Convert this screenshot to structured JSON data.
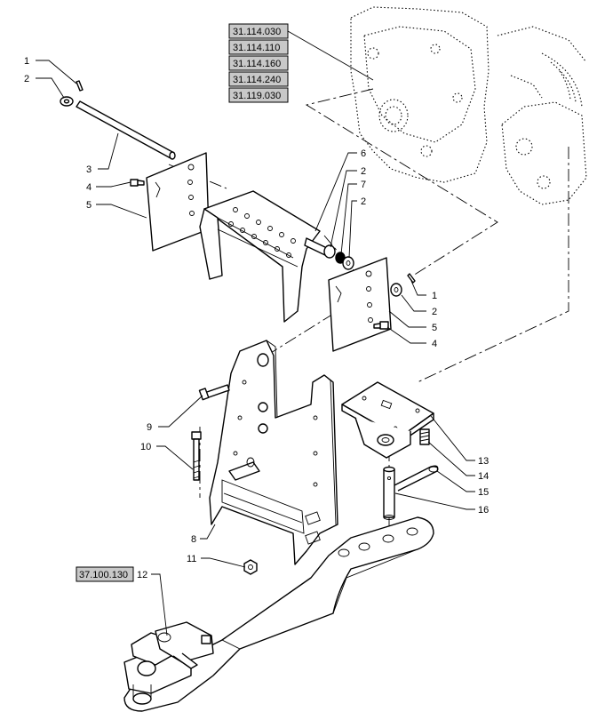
{
  "references": [
    {
      "id": "ref-31-114-030",
      "text": "31.114.030"
    },
    {
      "id": "ref-31-114-110",
      "text": "31.114.110"
    },
    {
      "id": "ref-31-114-160",
      "text": "31.114.160"
    },
    {
      "id": "ref-31-114-240",
      "text": "31.114.240"
    },
    {
      "id": "ref-31-119-030",
      "text": "31.119.030"
    },
    {
      "id": "ref-37-100-130",
      "text": "37.100.130"
    }
  ],
  "callouts": [
    {
      "id": "c1a",
      "text": "1"
    },
    {
      "id": "c2a",
      "text": "2"
    },
    {
      "id": "c3",
      "text": "3"
    },
    {
      "id": "c4a",
      "text": "4"
    },
    {
      "id": "c5a",
      "text": "5"
    },
    {
      "id": "c6",
      "text": "6"
    },
    {
      "id": "c2b",
      "text": "2"
    },
    {
      "id": "c7",
      "text": "7"
    },
    {
      "id": "c2c",
      "text": "2"
    },
    {
      "id": "c1b",
      "text": "1"
    },
    {
      "id": "c2d",
      "text": "2"
    },
    {
      "id": "c5b",
      "text": "5"
    },
    {
      "id": "c4b",
      "text": "4"
    },
    {
      "id": "c9",
      "text": "9"
    },
    {
      "id": "c10",
      "text": "10"
    },
    {
      "id": "c8",
      "text": "8"
    },
    {
      "id": "c11",
      "text": "11"
    },
    {
      "id": "c12",
      "text": "12"
    },
    {
      "id": "c13",
      "text": "13"
    },
    {
      "id": "c14",
      "text": "14"
    },
    {
      "id": "c15",
      "text": "15"
    },
    {
      "id": "c16",
      "text": "16"
    }
  ]
}
